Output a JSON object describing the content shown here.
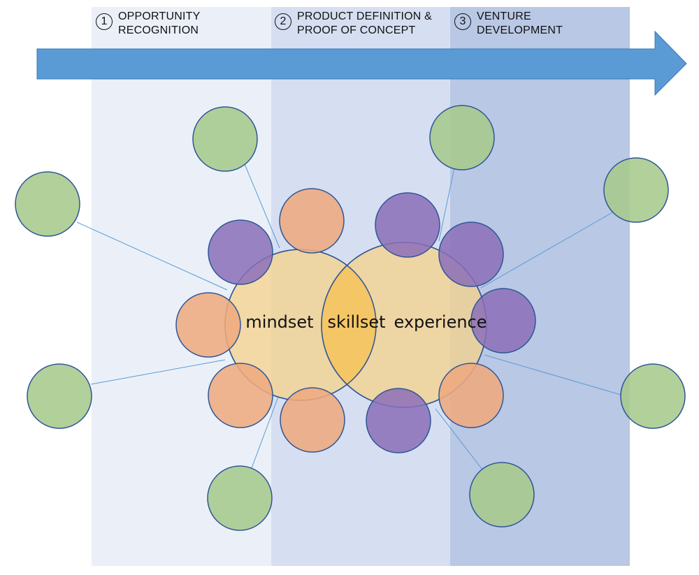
{
  "phases": [
    {
      "number": "1",
      "line1": "OPPORTUNITY",
      "line2": "RECOGNITION"
    },
    {
      "number": "2",
      "line1": "PRODUCT DEFINITION &",
      "line2": "PROOF OF CONCEPT"
    },
    {
      "number": "3",
      "line1": "VENTURE",
      "line2": "DEVELOPMENT"
    }
  ],
  "center": {
    "mindset": "mindset",
    "skillset": "skillset",
    "experience": "experience"
  },
  "colors": {
    "phase1_band": "#ebf0f8",
    "phase2_band": "#d6dff1",
    "phase3_band": "#b9c8e5",
    "arrow": "#5b9bd5",
    "big_circle": "#f5d28a",
    "overlap": "#f3c35f",
    "orange_node": "#eeaa80",
    "purple_node": "#8b6fb8",
    "green_node": "#a6c98c",
    "connector": "#5b9bd5",
    "node_stroke": "#2f5597"
  }
}
